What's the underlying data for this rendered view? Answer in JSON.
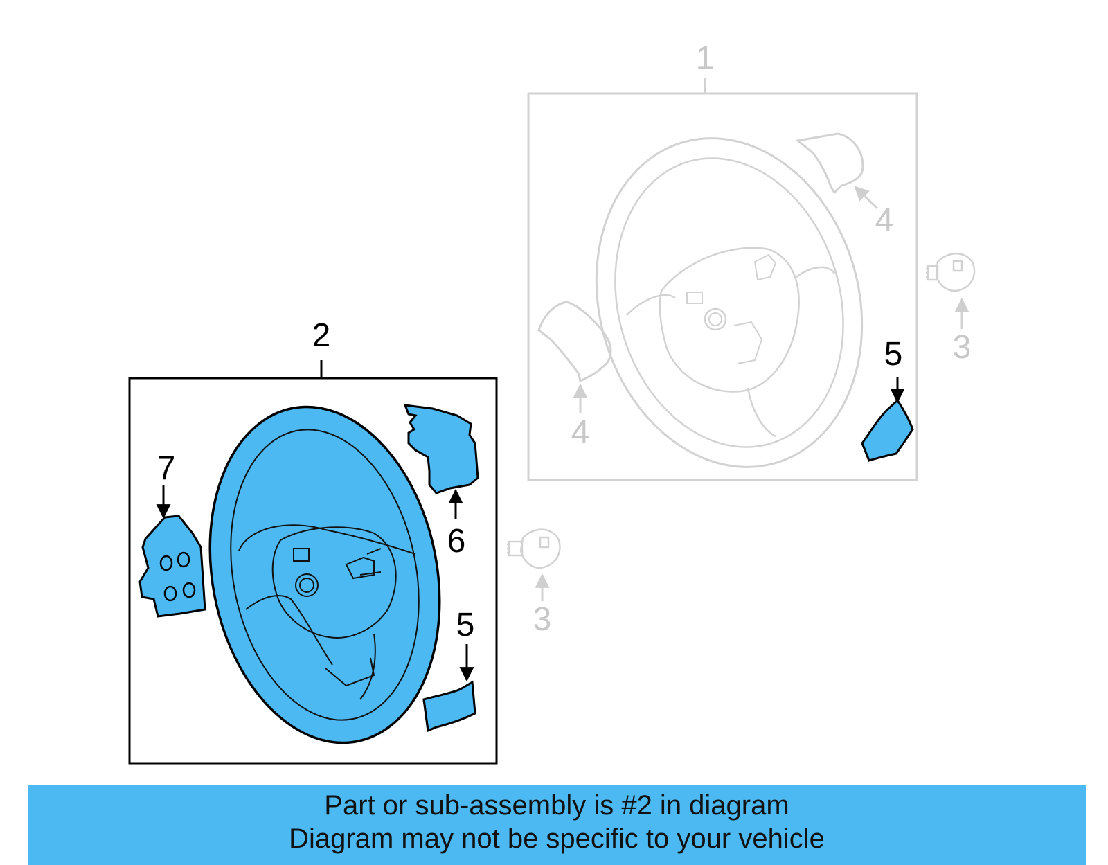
{
  "diagram": {
    "colors": {
      "highlight": "#4db9f2",
      "outline": "#000000",
      "ghost": "#cfcfcf",
      "ghost_label": "#c8c8c8"
    },
    "callouts": {
      "c1": "1",
      "c2": "2",
      "c3a": "3",
      "c3b": "3",
      "c4a": "4",
      "c4b": "4",
      "c5a": "5",
      "c5b": "5",
      "c6": "6",
      "c7": "7"
    }
  },
  "banner": {
    "line1": "Part or sub-assembly is #2 in diagram",
    "line2": "Diagram may not be specific to your vehicle"
  }
}
